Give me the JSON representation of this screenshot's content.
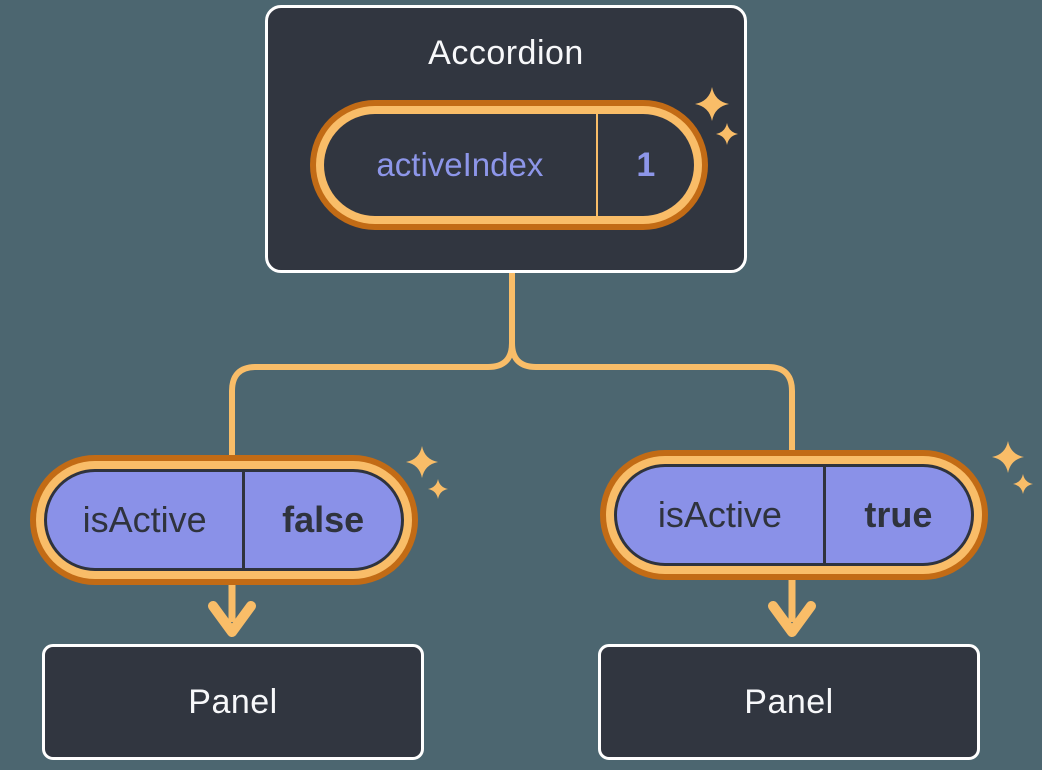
{
  "palette": {
    "background": "#4C6670",
    "node_fill": "#313640",
    "node_border": "#FFFFFF",
    "wire_orange": "#F9BD68",
    "ring_orange_dark": "#C26B15",
    "ring_orange_light": "#F9BD68",
    "pill_purple": "#8A91E8",
    "purple_text": "#8D96E9",
    "dark_text": "#2F333D",
    "light_text": "#F7F8FA"
  },
  "diagram": {
    "root": {
      "title": "Accordion",
      "pill": {
        "label": "activeIndex",
        "value": "1"
      }
    },
    "left_branch": {
      "pill": {
        "label": "isActive",
        "value": "false"
      },
      "panel": {
        "title": "Panel"
      }
    },
    "right_branch": {
      "pill": {
        "label": "isActive",
        "value": "true"
      },
      "panel": {
        "title": "Panel"
      }
    }
  }
}
